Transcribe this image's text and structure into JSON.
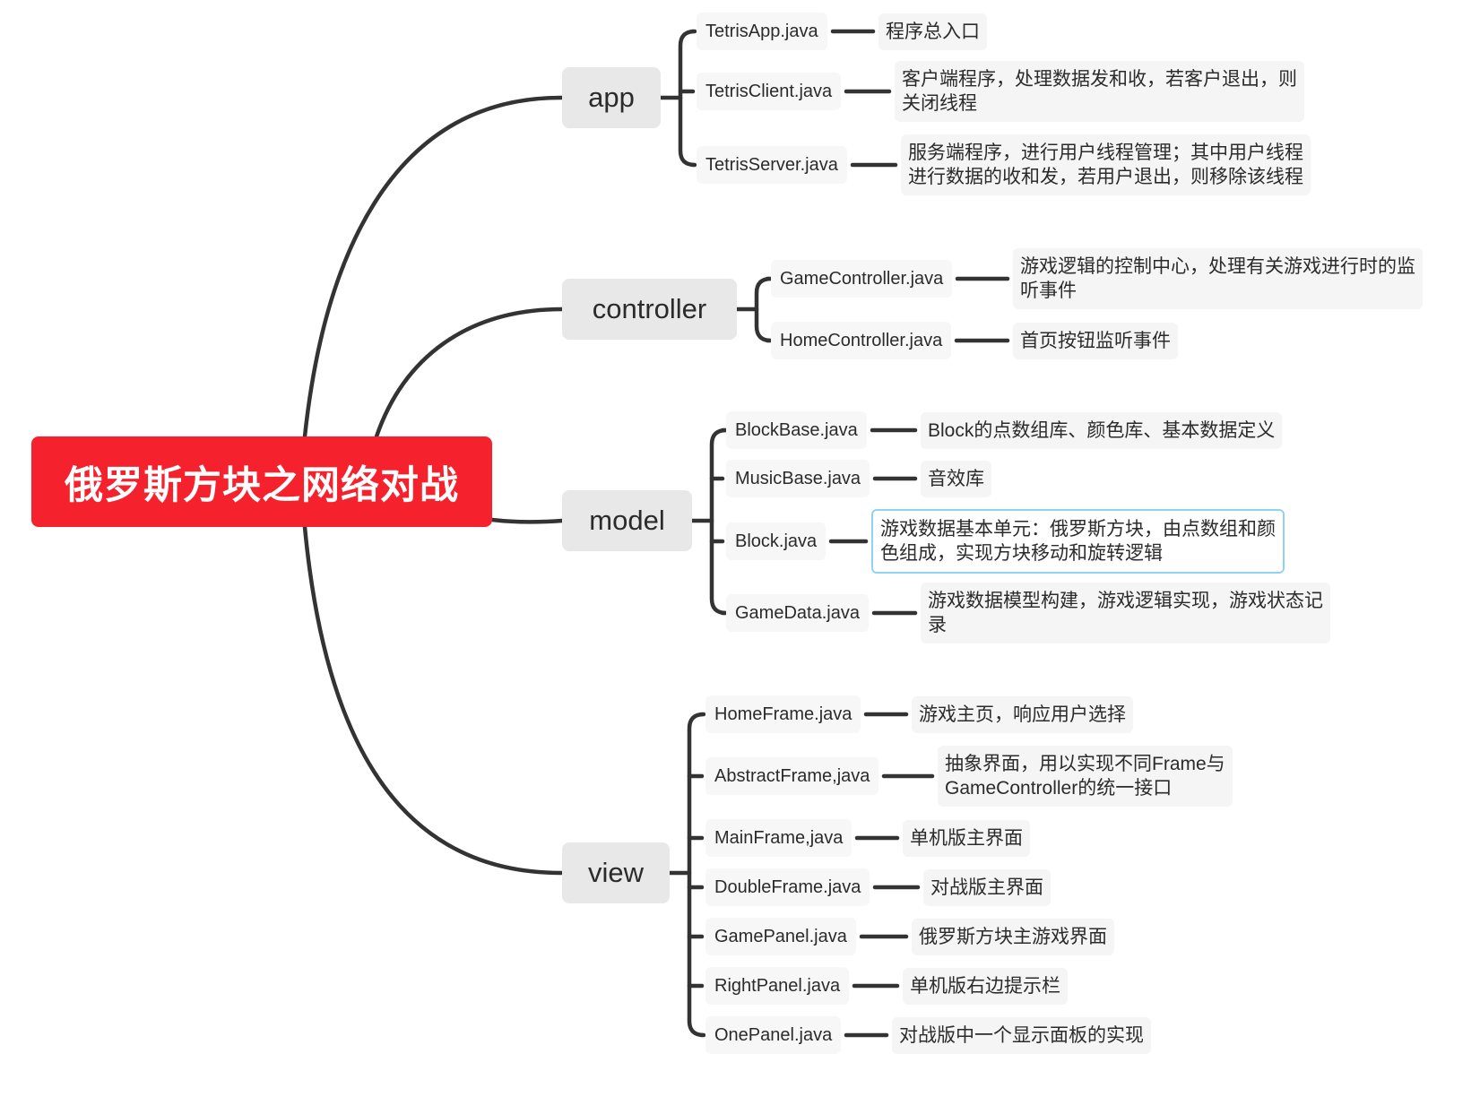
{
  "root": {
    "label": "俄罗斯方块之网络对战",
    "color": "#f5222d"
  },
  "branches": [
    {
      "label": "app",
      "children": [
        {
          "file": "TetrisApp.java",
          "desc": [
            "程序总入口"
          ]
        },
        {
          "file": "TetrisClient.java",
          "desc": [
            "客户端程序，处理数据发和收，若客户退出，则",
            "关闭线程"
          ]
        },
        {
          "file": "TetrisServer.java",
          "desc": [
            "服务端程序，进行用户线程管理；其中用户线程",
            "进行数据的收和发，若用户退出，则移除该线程"
          ]
        }
      ]
    },
    {
      "label": "controller",
      "children": [
        {
          "file": "GameController.java",
          "desc": [
            "游戏逻辑的控制中心，处理有关游戏进行时的监",
            "听事件"
          ]
        },
        {
          "file": "HomeController.java",
          "desc": [
            "首页按钮监听事件"
          ]
        }
      ]
    },
    {
      "label": "model",
      "children": [
        {
          "file": "BlockBase.java",
          "desc": [
            "Block的点数组库、颜色库、基本数据定义"
          ]
        },
        {
          "file": "MusicBase.java",
          "desc": [
            "音效库"
          ]
        },
        {
          "file": "Block.java",
          "desc": [
            "游戏数据基本单元：俄罗斯方块，由点数组和颜",
            "色组成，实现方块移动和旋转逻辑"
          ],
          "selected": true
        },
        {
          "file": "GameData.java",
          "desc": [
            "游戏数据模型构建，游戏逻辑实现，游戏状态记",
            "录"
          ]
        }
      ]
    },
    {
      "label": "view",
      "children": [
        {
          "file": "HomeFrame.java",
          "desc": [
            "游戏主页，响应用户选择"
          ]
        },
        {
          "file": "AbstractFrame,java",
          "desc": [
            "抽象界面，用以实现不同Frame与",
            "GameController的统一接口"
          ]
        },
        {
          "file": "MainFrame,java",
          "desc": [
            "单机版主界面"
          ]
        },
        {
          "file": "DoubleFrame.java",
          "desc": [
            "对战版主界面"
          ]
        },
        {
          "file": "GamePanel.java",
          "desc": [
            "俄罗斯方块主游戏界面"
          ]
        },
        {
          "file": "RightPanel.java",
          "desc": [
            "单机版右边提示栏"
          ]
        },
        {
          "file": "OnePanel.java",
          "desc": [
            "对战版中一个显示面板的实现"
          ]
        }
      ]
    }
  ]
}
